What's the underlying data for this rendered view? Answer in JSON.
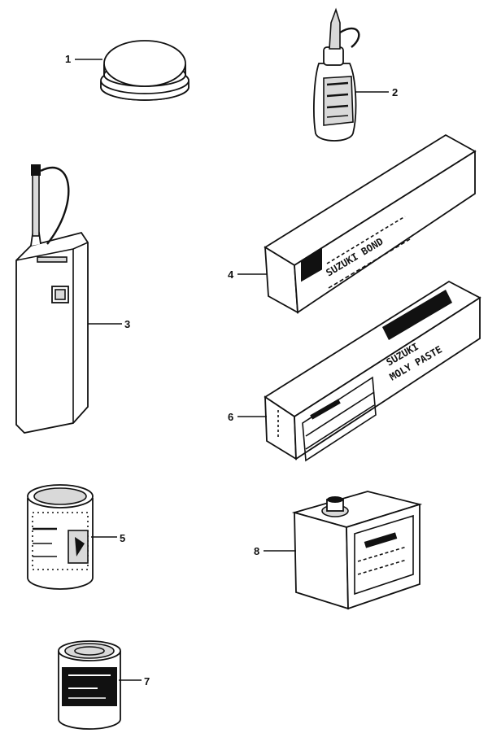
{
  "callouts": [
    {
      "id": "1",
      "label": "1"
    },
    {
      "id": "2",
      "label": "2"
    },
    {
      "id": "3",
      "label": "3"
    },
    {
      "id": "4",
      "label": "4"
    },
    {
      "id": "5",
      "label": "5"
    },
    {
      "id": "6",
      "label": "6"
    },
    {
      "id": "7",
      "label": "7"
    },
    {
      "id": "8",
      "label": "8"
    }
  ],
  "package_text": {
    "bond_box_line1": "SUZUKI BOND",
    "moly_box_line1": "SUZUKI",
    "moly_box_line2": "MOLY PASTE"
  }
}
